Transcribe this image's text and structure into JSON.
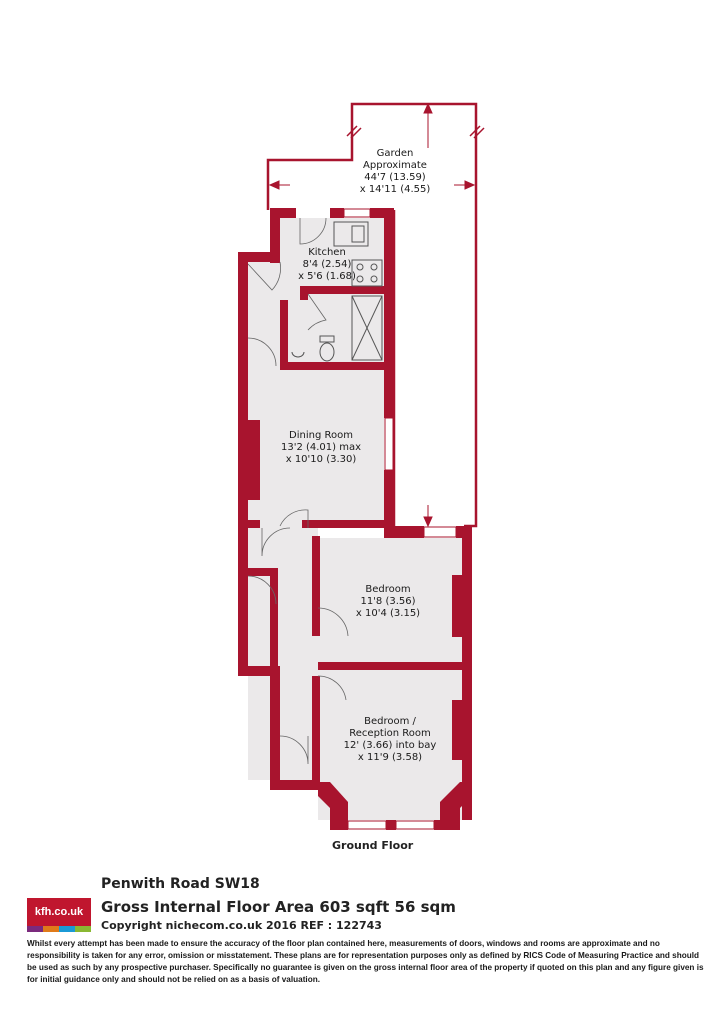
{
  "colors": {
    "wall": "#a8142e",
    "floor": "#ebe9ea",
    "brand": "#c0162e"
  },
  "rooms": {
    "garden": {
      "name": "Garden",
      "line2": "Approximate",
      "dim1": "44'7 (13.59)",
      "dim2": "x 14'11 (4.55)"
    },
    "kitchen": {
      "name": "Kitchen",
      "dim1": "8'4 (2.54)",
      "dim2": "x 5'6 (1.68)"
    },
    "dining": {
      "name": "Dining Room",
      "dim1": "13'2 (4.01) max",
      "dim2": "x 10'10 (3.30)"
    },
    "bedroom": {
      "name": "Bedroom",
      "dim1": "11'8 (3.56)",
      "dim2": "x 10'4 (3.15)"
    },
    "bedroom_reception": {
      "name": "Bedroom /",
      "line2": "Reception Room",
      "dim1": "12' (3.66) into bay",
      "dim2": "x 11'9 (3.58)"
    }
  },
  "floor_label": "Ground Floor",
  "footer": {
    "logo_text": "kfh.co.uk",
    "logo_colors": [
      "#7b2a7d",
      "#e07b1a",
      "#1b9ad6",
      "#8ab832"
    ],
    "address": "Penwith Road  SW18",
    "area": "Gross Internal Floor Area 603 sqft 56 sqm",
    "copyright": "Copyright nichecom.co.uk 2016 REF : 122743",
    "disclaimer": "Whilst every attempt has been made to ensure the accuracy of the floor plan contained here, measurements of doors, windows and rooms are approximate and no responsibility is taken for any error, omission or misstatement.  These plans are for representation purposes only as defined by RICS Code of Measuring Practice and should be used as such by any prospective purchaser.  Specifically no guarantee is given on the gross internal floor area of the property if quoted on this plan and any figure given is for initial guidance only and should not be relied on as a basis of valuation."
  }
}
